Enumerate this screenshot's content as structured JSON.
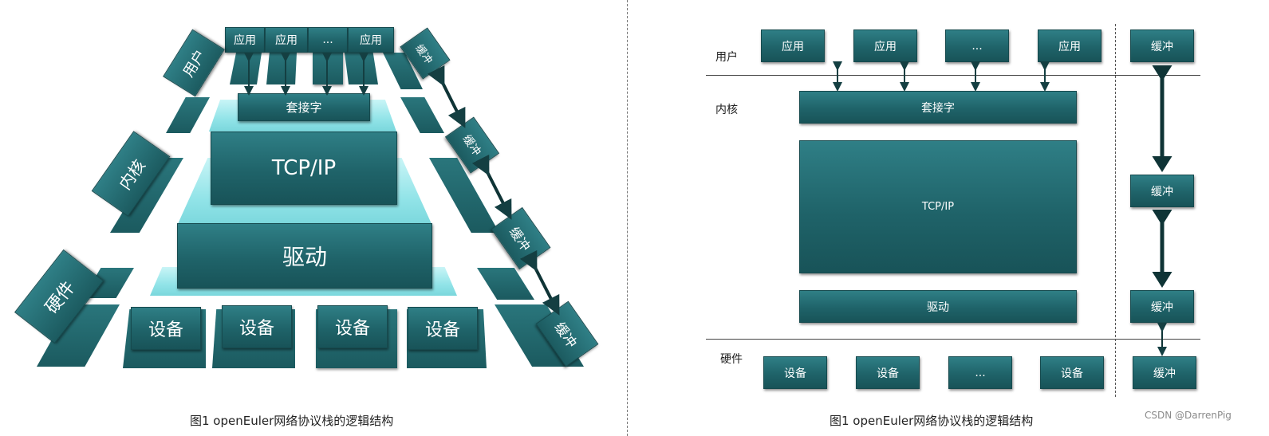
{
  "left": {
    "apps": [
      "应用",
      "应用",
      "...",
      "应用"
    ],
    "socket": "套接字",
    "tcpip": "TCP/IP",
    "driver": "驱动",
    "devices": [
      "设备",
      "设备",
      "设备",
      "设备"
    ],
    "buffers": [
      "缓冲",
      "缓冲",
      "缓冲",
      "缓冲"
    ],
    "layers": {
      "user": "用户",
      "kernel": "内核",
      "hardware": "硬件"
    },
    "caption": "图1 openEuler网络协议栈的逻辑结构"
  },
  "right": {
    "layers": {
      "user": "用户",
      "kernel": "内核",
      "hardware": "硬件"
    },
    "apps": [
      "应用",
      "应用",
      "...",
      "应用"
    ],
    "socket": "套接字",
    "tcpip": "TCP/IP",
    "driver": "驱动",
    "devices": [
      "设备",
      "设备",
      "...",
      "设备"
    ],
    "buffers": [
      "缓冲",
      "缓冲",
      "缓冲",
      "缓冲"
    ],
    "caption": "图1 openEuler网络协议栈的逻辑结构"
  },
  "watermark": "CSDN @DarrenPig",
  "colors": {
    "teal": "#1f6369",
    "teal_light": "#2f7f86",
    "cyan": "#7fdfe4",
    "divider": "#555555"
  }
}
